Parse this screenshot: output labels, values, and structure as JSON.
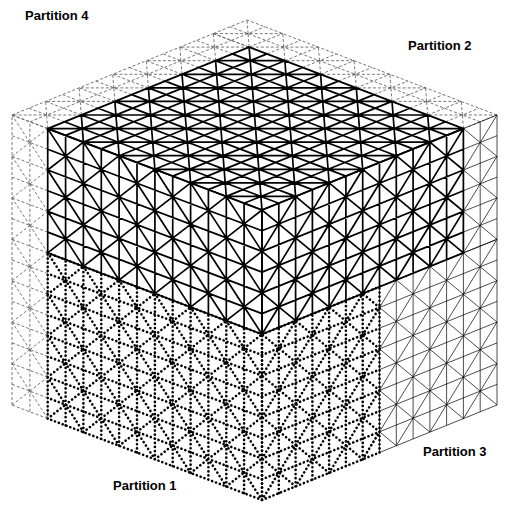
{
  "diagram": {
    "labels": [
      "Partition 4",
      "Partition 2",
      "Partition 3",
      "Partition 1"
    ]
  }
}
